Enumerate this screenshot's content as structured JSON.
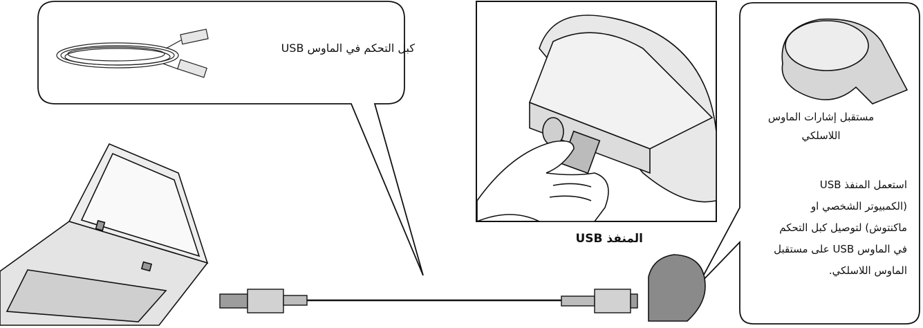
{
  "cable": {
    "label": "كبل التحكم في الماوس USB"
  },
  "usb_port": {
    "label": "المنفذ USB"
  },
  "receiver": {
    "label_lines": [
      "مستقبل إشارات الماوس",
      "اللاسلكي"
    ]
  },
  "instructions": {
    "lines": [
      "استعمل المنفذ USB",
      "(الكمبيوتر الشخصي او",
      "ماكنتوش) لتوصيل كبل التحكم",
      "في الماوس USB على مستقبل",
      "الماوس اللاسلكي."
    ]
  },
  "icons": [
    "usb-cable-icon",
    "laptop-icon",
    "usb-plug-icon",
    "receiver-icon",
    "hand-icon"
  ]
}
